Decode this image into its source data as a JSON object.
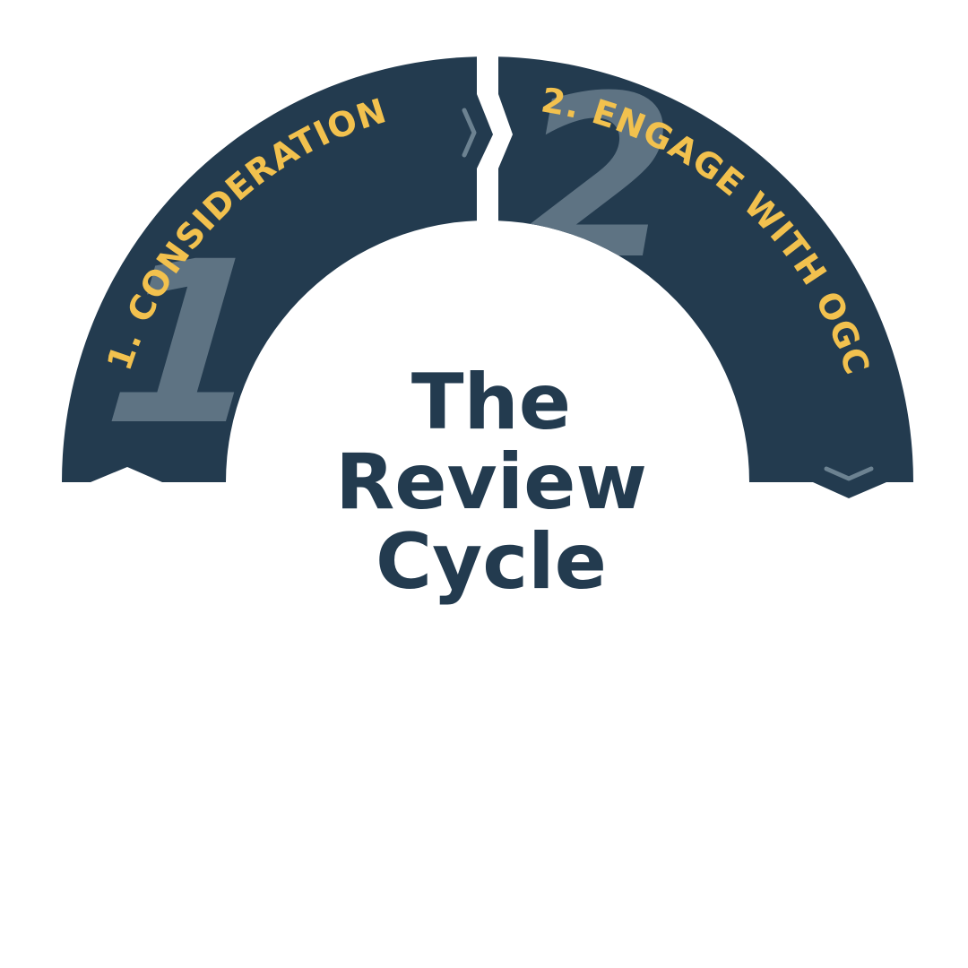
{
  "colors": {
    "background": "#ffffff",
    "segment_fill": "#233b4f",
    "label_text": "#f2c14e",
    "numeral_fill": "#5e7383",
    "chevron_stroke": "#6c8291",
    "title_text": "#233b4f"
  },
  "title": {
    "lines": [
      "The",
      "Review",
      "Cycle"
    ]
  },
  "segments": [
    {
      "numeral": "1",
      "label": "1. CONSIDERATION"
    },
    {
      "numeral": "2",
      "label": "2. ENGAGE WITH OGC"
    }
  ],
  "icons": {
    "top_chevron": "chevron-right-icon",
    "bottom_chevron": "chevron-down-icon"
  }
}
